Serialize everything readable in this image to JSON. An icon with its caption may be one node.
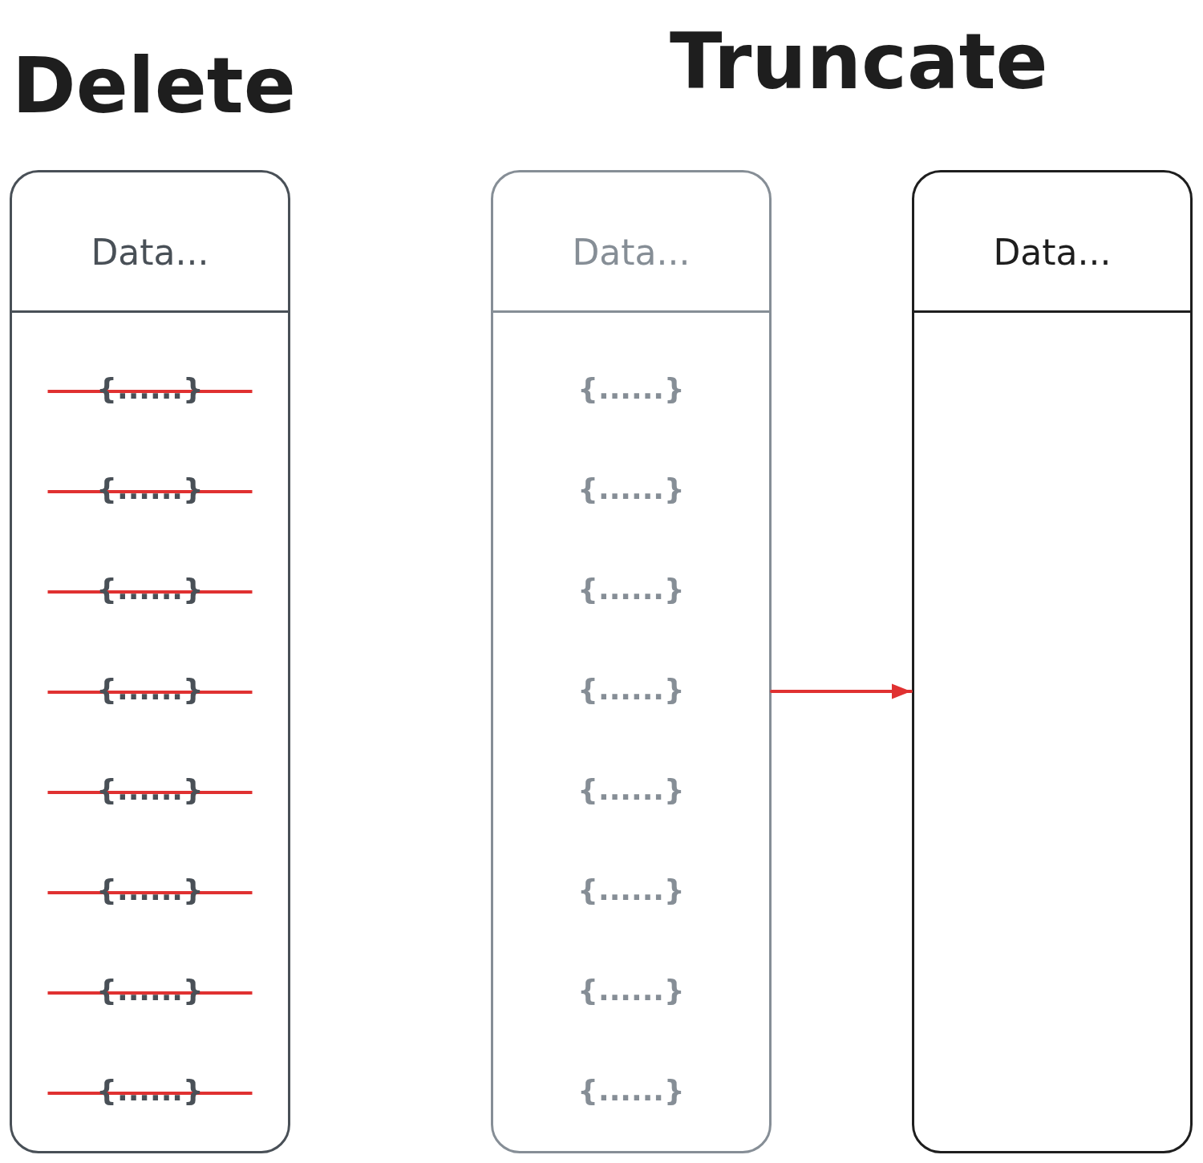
{
  "diagram": {
    "nodes": [
      {
        "text": [
          "Data...",
          "{......}",
          "{......}",
          "{......}",
          "{......}",
          "{......}",
          "{......}",
          "{......}",
          "{......}"
        ]
      },
      {
        "text": [
          "Data...",
          "{......}",
          "{......}",
          "{......}",
          "{......}",
          "{......}",
          "{......}",
          "{......}",
          "{......}"
        ]
      },
      {
        "text": [
          "Data..."
        ]
      }
    ],
    "edges": [
      {
        "from": 1,
        "to": 2,
        "arrow": "to",
        "color": "#e03131"
      }
    ],
    "labels": [
      "Delete",
      "Truncate"
    ]
  }
}
